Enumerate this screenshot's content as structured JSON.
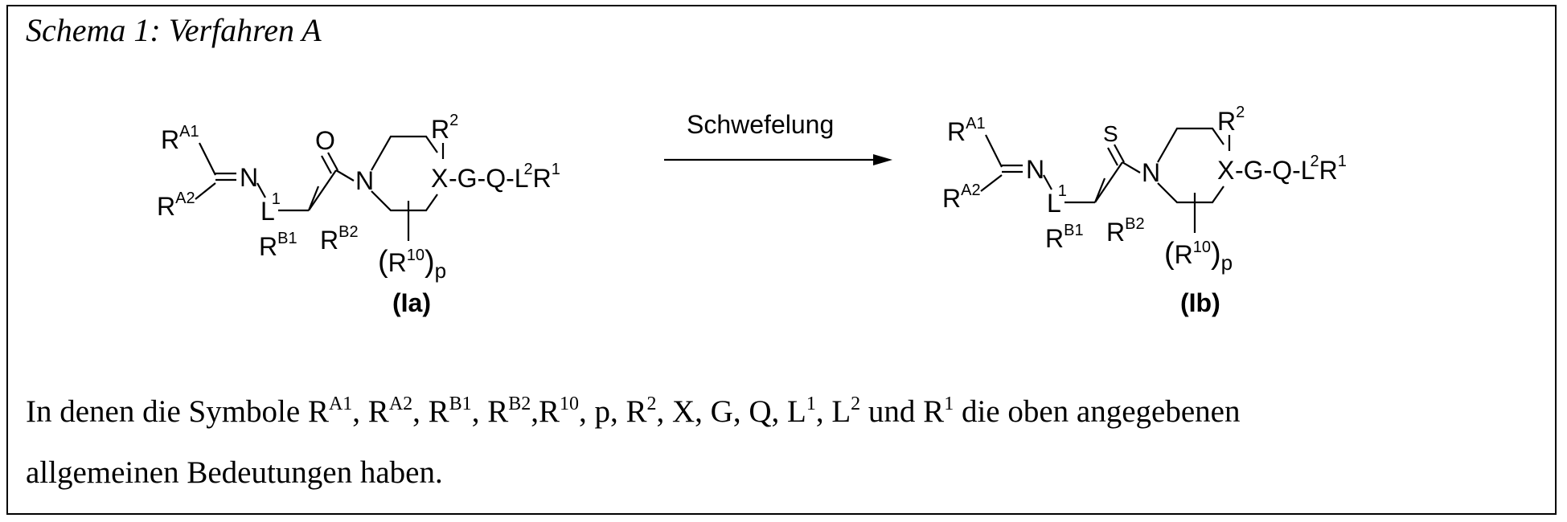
{
  "title": "Schema 1: Verfahren A",
  "arrow_label": "Schwefelung",
  "compounds": [
    {
      "label": "(Ia)",
      "carbonyl_atom": "O",
      "substituents": {
        "RA1": {
          "base": "R",
          "sup": "A1"
        },
        "RA2": {
          "base": "R",
          "sup": "A2"
        },
        "N_imine": "N",
        "L1": {
          "base": "L",
          "sup": "1"
        },
        "RB1": {
          "base": "R",
          "sup": "B1"
        },
        "RB2": {
          "base": "R",
          "sup": "B2"
        },
        "N_ring": "N",
        "R2": {
          "base": "R",
          "sup": "2"
        },
        "X": "X",
        "chain": "-G-Q-L",
        "L2_sup": "2",
        "R1": {
          "base": "R",
          "sup": "1"
        },
        "R10": {
          "open": "(",
          "base": "R",
          "sup": "10",
          "close": ")",
          "sub": "p"
        }
      }
    },
    {
      "label": "(Ib)",
      "carbonyl_atom": "S",
      "substituents": {
        "RA1": {
          "base": "R",
          "sup": "A1"
        },
        "RA2": {
          "base": "R",
          "sup": "A2"
        },
        "N_imine": "N",
        "L1": {
          "base": "L",
          "sup": "1"
        },
        "RB1": {
          "base": "R",
          "sup": "B1"
        },
        "RB2": {
          "base": "R",
          "sup": "B2"
        },
        "N_ring": "N",
        "R2": {
          "base": "R",
          "sup": "2"
        },
        "X": "X",
        "chain": "-G-Q-L",
        "L2_sup": "2",
        "R1": {
          "base": "R",
          "sup": "1"
        },
        "R10": {
          "open": "(",
          "base": "R",
          "sup": "10",
          "close": ")",
          "sub": "p"
        }
      }
    }
  ],
  "caption": {
    "line1_prefix": "In denen die Symbole ",
    "symbols": [
      {
        "base": "R",
        "sup": "A1",
        "sep": ", "
      },
      {
        "base": "R",
        "sup": "A2",
        "sep": ", "
      },
      {
        "base": "R",
        "sup": "B1",
        "sep": ", "
      },
      {
        "base": "R",
        "sup": "B2",
        "sep": ","
      },
      {
        "base": "R",
        "sup": "10",
        "sep": ", "
      },
      {
        "base": "p",
        "sup": "",
        "sep": ", "
      },
      {
        "base": "R",
        "sup": "2",
        "sep": ", "
      },
      {
        "base": "X",
        "sup": "",
        "sep": ", "
      },
      {
        "base": "G",
        "sup": "",
        "sep": ", "
      },
      {
        "base": "Q",
        "sup": "",
        "sep": ", "
      },
      {
        "base": "L",
        "sup": "1",
        "sep": ", "
      },
      {
        "base": "L",
        "sup": "2",
        "sep": " "
      }
    ],
    "line1_between": "und ",
    "last_symbol": {
      "base": "R",
      "sup": "1"
    },
    "line1_suffix": " die oben angegebenen",
    "line2": "allgemeinen Bedeutungen haben."
  }
}
